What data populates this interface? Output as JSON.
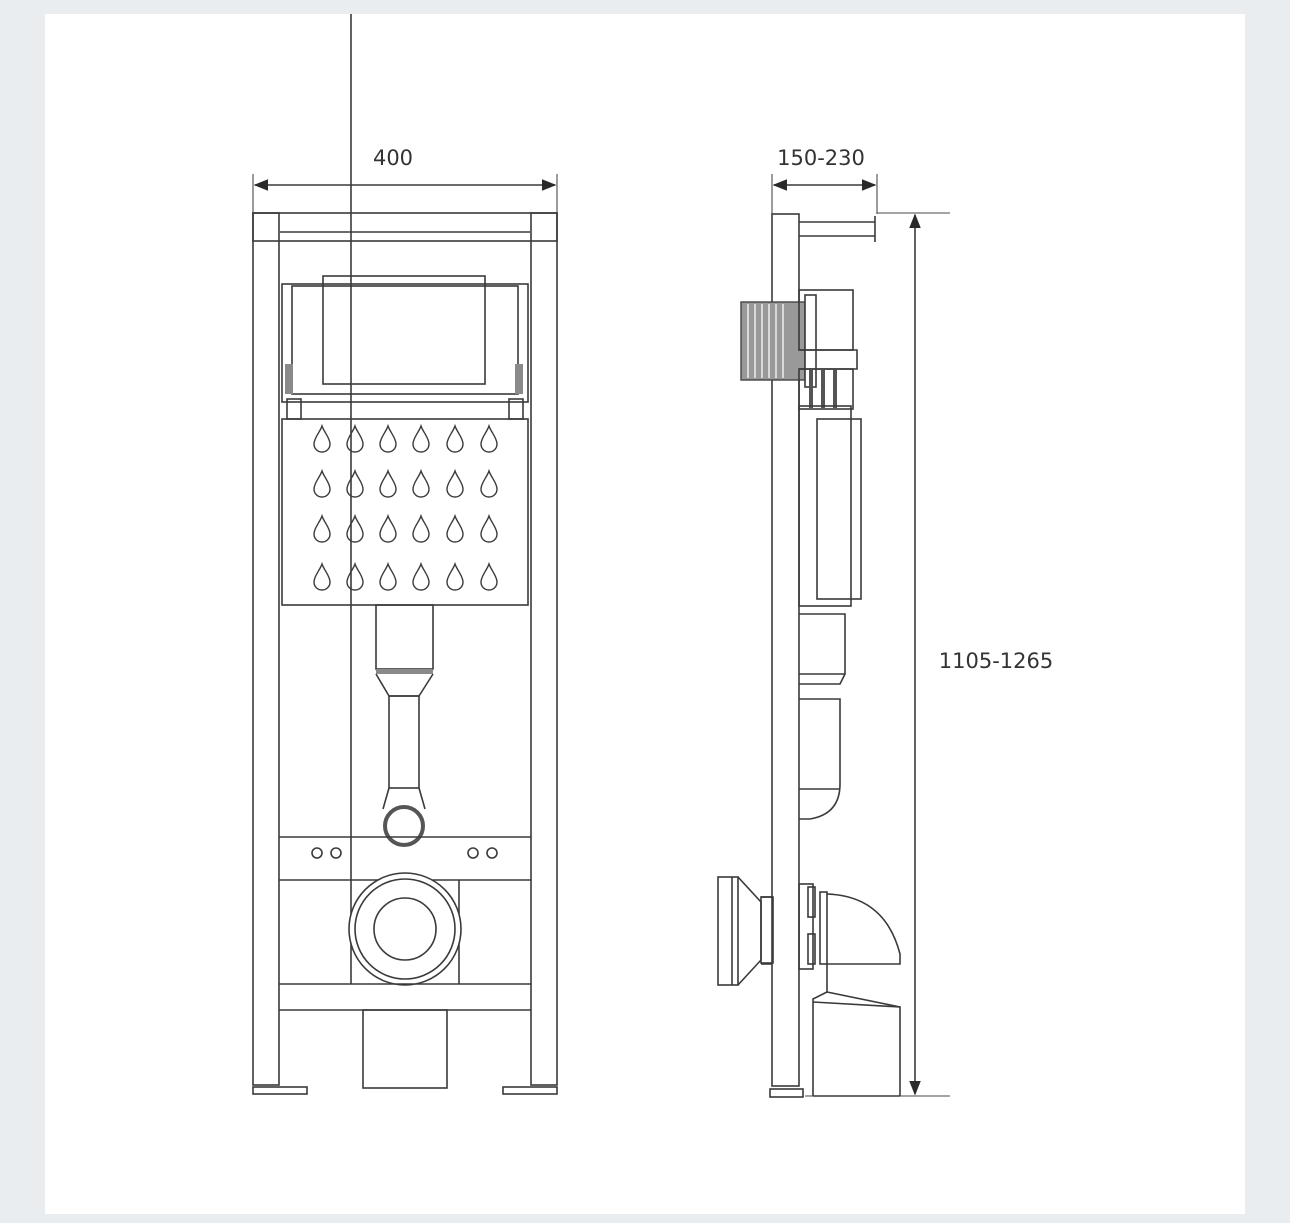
{
  "figure": {
    "description": "Wall-hung toilet installation frame technical drawing, front and side views",
    "views": [
      "front-view",
      "side-view"
    ]
  },
  "dimensions": {
    "width": {
      "label": "400"
    },
    "depth": {
      "label": "150-230"
    },
    "height": {
      "label": "1105-1265"
    }
  },
  "colors": {
    "background": "#e9edf0",
    "canvas": "#ffffff",
    "line": "#3a3a3a"
  }
}
